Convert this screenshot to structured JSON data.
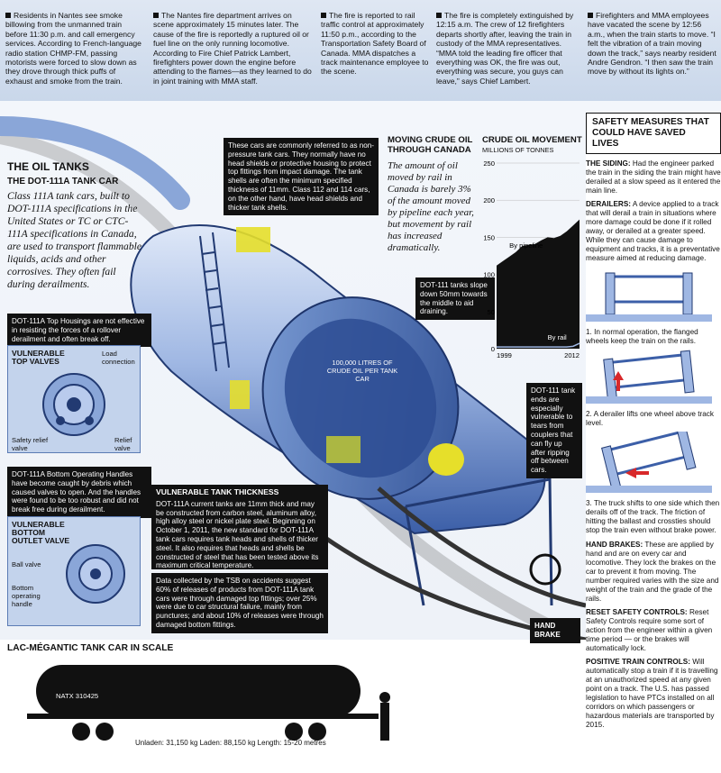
{
  "timeline": [
    {
      "text": "Residents in Nantes see smoke billowing from the unmanned train before 11:30 p.m. and call emergency services. According to French-language radio station CHMP-FM, passing motorists were forced to slow down as they drove through thick puffs of exhaust and smoke from the train."
    },
    {
      "text": "The Nantes fire department arrives on scene approximately 15 minutes later. The cause of the fire is reportedly a ruptured oil or fuel line on the only running locomotive. According to Fire Chief Patrick Lambert, firefighters power down the engine before attending to the flames—as they learned to do in joint training with MMA staff."
    },
    {
      "text": "The fire is reported to rail traffic control at approximately 11:50 p.m., according to the Transportation Safety Board of Canada. MMA dispatches a track maintenance employee to the scene."
    },
    {
      "text": "The fire is completely extinguished by 12:15 a.m. The crew of 12 firefighters departs shortly after, leaving the train in custody of the MMA representatives. “MMA told the leading fire officer that everything was OK, the fire was out, everything was secure, you guys can leave,” says Chief Lambert."
    },
    {
      "text": "Firefighters and MMA employees have vacated the scene by 12:56 a.m., when the train starts to move. “I felt the vibration of a train moving down the track,” says nearby resident Andre Gendron. “I then saw the train move by without its lights on.”"
    }
  ],
  "oil_tanks": {
    "heading": "THE OIL TANKS",
    "subheading": "THE DOT-111A TANK CAR",
    "body": "Class 111A tank cars, built to DOT-111A specifications in the United States or TC or CTC-111A specifications in Canada, are used to transport flammable liquids, acids and other corrosives. They often fail during derailments."
  },
  "callouts": {
    "non_pressure": "These cars are commonly referred to as non-pressure tank cars. They normally have no head shields or protective housing to protect top fittings from impact damage. The tank shells are often the minimum specified thickness of 11mm. Class 112 and 114 cars, on the other hand, have head shields and thicker tank shells.",
    "slope": "DOT-111 tanks slope down 50mm towards the middle to aid draining.",
    "litres": "100,000 LITRES OF CRUDE OIL PER TANK CAR",
    "ends": "DOT-111 tank ends are especially vulnerable to tears from couplers that can fly up after ripping off between cars.",
    "hand_brake": "HAND BRAKE",
    "tsb": "Data collected by the TSB on accidents suggest 60% of releases of products from DOT-111A tank cars were through damaged top fittings; over 25% were due to car structural failure, mainly from punctures; and about 10% of releases were through damaged bottom fittings."
  },
  "top_housing": {
    "note": "DOT-111A Top Housings are not effective in resisting the forces of a rollover derailment and often break off.",
    "title": "VULNERABLE TOP VALVES",
    "label_load": "Load connection",
    "label_safety": "Safety relief valve",
    "label_relief": "Relief valve"
  },
  "bottom_handles": {
    "note": "DOT-111A Bottom Operating Handles have become caught by debris which caused valves to open. And the handles were found to be too robust and did not break free during derailment.",
    "title": "VULNERABLE BOTTOM OUTLET VALVE",
    "label_ball": "Ball valve",
    "label_handle": "Bottom operating handle"
  },
  "thickness": {
    "title": "VULNERABLE TANK THICKNESS",
    "body": "DOT-111A current tanks are 11mm thick and may be constructed from carbon steel, aluminum alloy, high alloy steel or nickel plate steel. Beginning on October 1, 2011, the new standard for DOT-111A tank cars requires tank heads and shells of thicker steel. It also requires that heads and shells be constructed of steel that has been tested above its maximum critical temperature."
  },
  "moving": {
    "title": "MOVING CRUDE OIL THROUGH CANADA",
    "body": "The amount of oil moved by rail in Canada is barely 3% of the amount moved by pipeline each year, but movement by rail has increased dramatically."
  },
  "chart_data": {
    "type": "area",
    "title": "CRUDE OIL MOVEMENT",
    "ylabel": "MILLIONS OF TONNES",
    "x": [
      1999,
      2000,
      2001,
      2002,
      2003,
      2004,
      2005,
      2006,
      2007,
      2008,
      2009,
      2010,
      2011,
      2012
    ],
    "xticks": [
      "1999",
      "2012"
    ],
    "yticks": [
      0,
      50,
      100,
      150,
      200,
      250
    ],
    "ylim": [
      0,
      250
    ],
    "series": [
      {
        "name": "By pipeline",
        "values": [
          112,
          118,
          124,
          130,
          138,
          140,
          141,
          146,
          150,
          149,
          152,
          158,
          166,
          174
        ]
      },
      {
        "name": "By rail",
        "values": [
          1,
          1,
          1,
          1,
          1,
          1,
          1,
          1,
          1,
          1,
          1,
          1,
          2,
          6
        ]
      }
    ]
  },
  "safety": {
    "title": "SAFETY MEASURES THAT COULD HAVE SAVED LIVES",
    "siding_head": "THE SIDING:",
    "siding": "Had the engineer parked the train in the siding the train might have derailed at a slow speed as it entered the main line.",
    "derailers_head": "DERAILERS:",
    "derailers": "A device applied to a track that will derail a train in situations where more damage could be done if it rolled away, or derailed at a greater speed. While they can cause damage to equipment and tracks, it is a preventative measure aimed at reducing damage.",
    "step1": "1. In normal operation, the flanged wheels keep the train on the rails.",
    "step2": "2. A derailer lifts one wheel above track level.",
    "step3": "3. The truck shifts to one side which then derails off of the track. The friction of hitting the ballast and crossties should stop the train even without brake power.",
    "hand_head": "HAND BRAKES:",
    "hand": "These are applied by hand and are on every car and locomotive. They lock the brakes on the car to prevent it from moving. The number required varies with the size and weight of the train and the grade of the rails.",
    "reset_head": "RESET SAFETY CONTROLS:",
    "reset": "Reset Safety Controls require some sort of action from the engineer within a given time period — or the brakes will automatically lock.",
    "ptc_head": "POSITIVE TRAIN CONTROLS:",
    "ptc": "Will automatically stop a train if it is travelling at an unauthorized speed at any given point on a track. The U.S. has passed legislation to have PTCs installed on all corridors on which passengers or hazardous materials are transported by 2015."
  },
  "scale": {
    "title": "LAC-MÉGANTIC TANK CAR IN SCALE",
    "car_id": "NATX 310425",
    "caption": "Unladen: 31,150 kg  Laden: 88,150 kg  Length: 15-20 metres"
  },
  "colors": {
    "tank_blue": "#9fb7e3",
    "tank_dark": "#3c5fa8",
    "highlight": "#e6df2a",
    "ink": "#111111"
  }
}
